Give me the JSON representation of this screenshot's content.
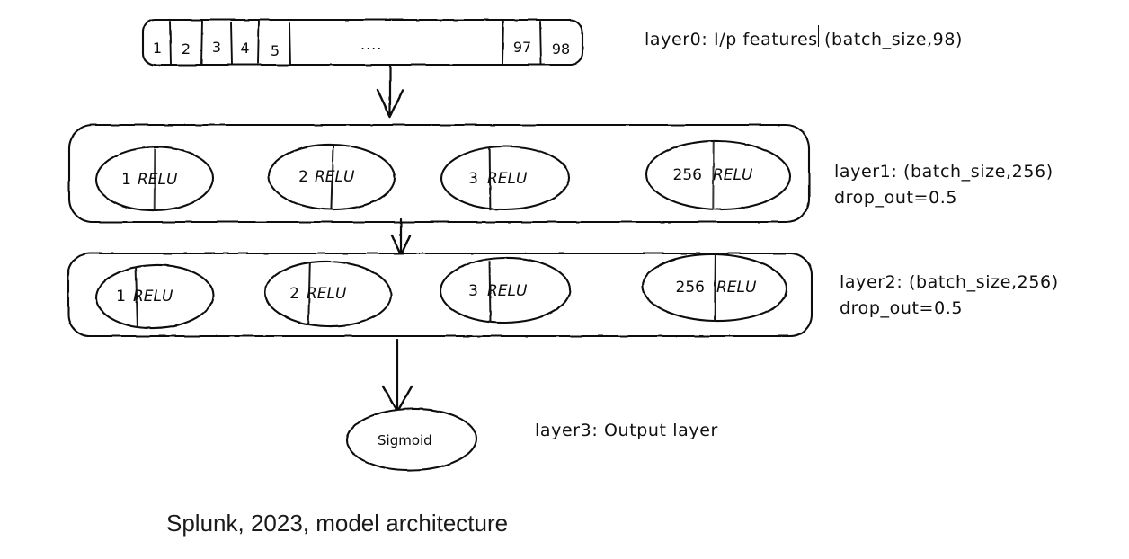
{
  "diagram": {
    "title": "Splunk, 2023, model architecture",
    "background_color": "#ffffff",
    "ink_color": "#101010",
    "input_layer": {
      "cells": [
        "1",
        "2",
        "3",
        "4",
        "5",
        "97",
        "98"
      ],
      "ellipsis": "....",
      "label": "layer0: I/p features",
      "shape": "(batch_size,98)",
      "label_full": "layer0: I/p features| (batch_size,98)"
    },
    "hidden_layers": [
      {
        "id": "layer1",
        "nodes": [
          {
            "index": "1",
            "activation": "RELU"
          },
          {
            "index": "2",
            "activation": "RELU"
          },
          {
            "index": "3",
            "activation": "RELU"
          },
          {
            "index": "256",
            "activation": "RELU"
          }
        ],
        "label_line1": "layer1: (batch_size,256)",
        "label_line2": "drop_out=0.5"
      },
      {
        "id": "layer2",
        "nodes": [
          {
            "index": "1",
            "activation": "RELU"
          },
          {
            "index": "2",
            "activation": "RELU"
          },
          {
            "index": "3",
            "activation": "RELU"
          },
          {
            "index": "256",
            "activation": "RELU"
          }
        ],
        "label_line1": "layer2: (batch_size,256)",
        "label_line2": "drop_out=0.5"
      }
    ],
    "output_layer": {
      "node_label": "Sigmoid",
      "label": "layer3: Output layer"
    }
  }
}
